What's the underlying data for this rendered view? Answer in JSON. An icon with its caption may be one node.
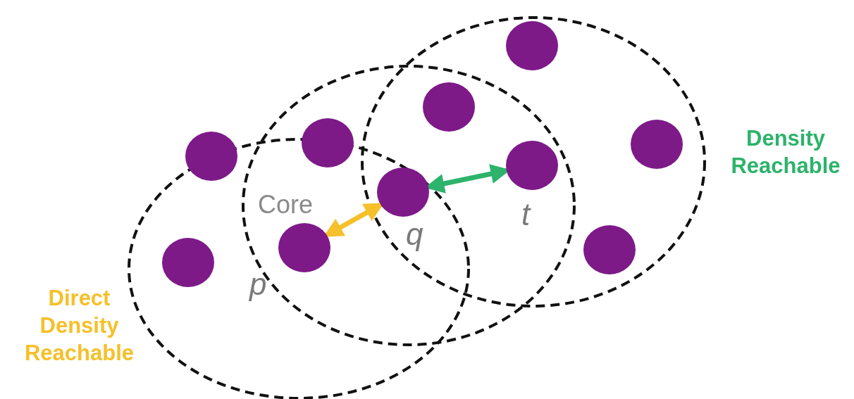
{
  "diagram": {
    "nodes": [
      {
        "text": [],
        "shape": "circle"
      },
      {
        "text": [],
        "shape": "circle"
      },
      {
        "text": [],
        "shape": "circle",
        "beside": [
          "p"
        ]
      },
      {
        "text": [],
        "shape": "circle"
      },
      {
        "text": [],
        "shape": "circle",
        "beside": [
          "q"
        ]
      },
      {
        "text": [],
        "shape": "circle"
      },
      {
        "text": [],
        "shape": "circle"
      },
      {
        "text": [],
        "shape": "circle",
        "beside": [
          "t"
        ]
      },
      {
        "text": [],
        "shape": "circle"
      },
      {
        "text": [],
        "shape": "circle"
      }
    ],
    "edges": [
      {
        "from": 2,
        "to": 4,
        "arrow": "both",
        "color": "#f5c02a"
      },
      {
        "from": 4,
        "to": 7,
        "arrow": "both",
        "color": "#2db36b"
      }
    ],
    "labels": [
      "Core",
      "Density Reachable",
      "Direct Density Reachable"
    ]
  }
}
